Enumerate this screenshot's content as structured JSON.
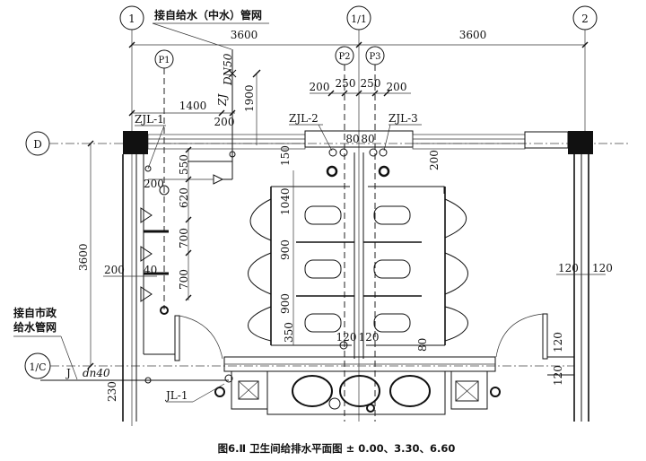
{
  "axes": {
    "a1": "1",
    "a11": "1/1",
    "a2": "2",
    "aD": "D",
    "a1C": "1/C"
  },
  "risers": {
    "p1": "P1",
    "p2": "P2",
    "p3": "P3",
    "zjl1": "ZJL-1",
    "zjl2": "ZJL-2",
    "zjl3": "ZJL-3",
    "jl1": "JL-1"
  },
  "labels": {
    "supply_top": "接自给水（中水）管网",
    "supply_city_1": "接自市政",
    "supply_city_2": "给水管网",
    "dn50": "DN50",
    "zj": "ZJ",
    "j": "J",
    "dn40": "dn40"
  },
  "dims": {
    "d3600a": "3600",
    "d3600b": "3600",
    "d1400": "1400",
    "d200a": "200",
    "d1900": "1900",
    "d200b": "200",
    "d250a": "250",
    "d250b": "250",
    "d200c": "200",
    "d80a": "80",
    "d80b": "80",
    "d150": "150",
    "d200d": "200",
    "d550": "550",
    "d620": "620",
    "d700a": "700",
    "d700b": "700",
    "d200e": "200",
    "d1040": "1040",
    "d900a": "900",
    "d900b": "900",
    "d350": "350",
    "d3600v": "3600",
    "d200f": "200",
    "d40": "40",
    "d120a": "120",
    "d120b": "120",
    "d120c": "120",
    "d120d": "120",
    "d80c": "80",
    "d120e": "120",
    "d120f": "120",
    "d230": "230"
  },
  "caption": "图6.Ⅱ   卫生间给排水平面图 ± 0.00、3.30、6.60"
}
